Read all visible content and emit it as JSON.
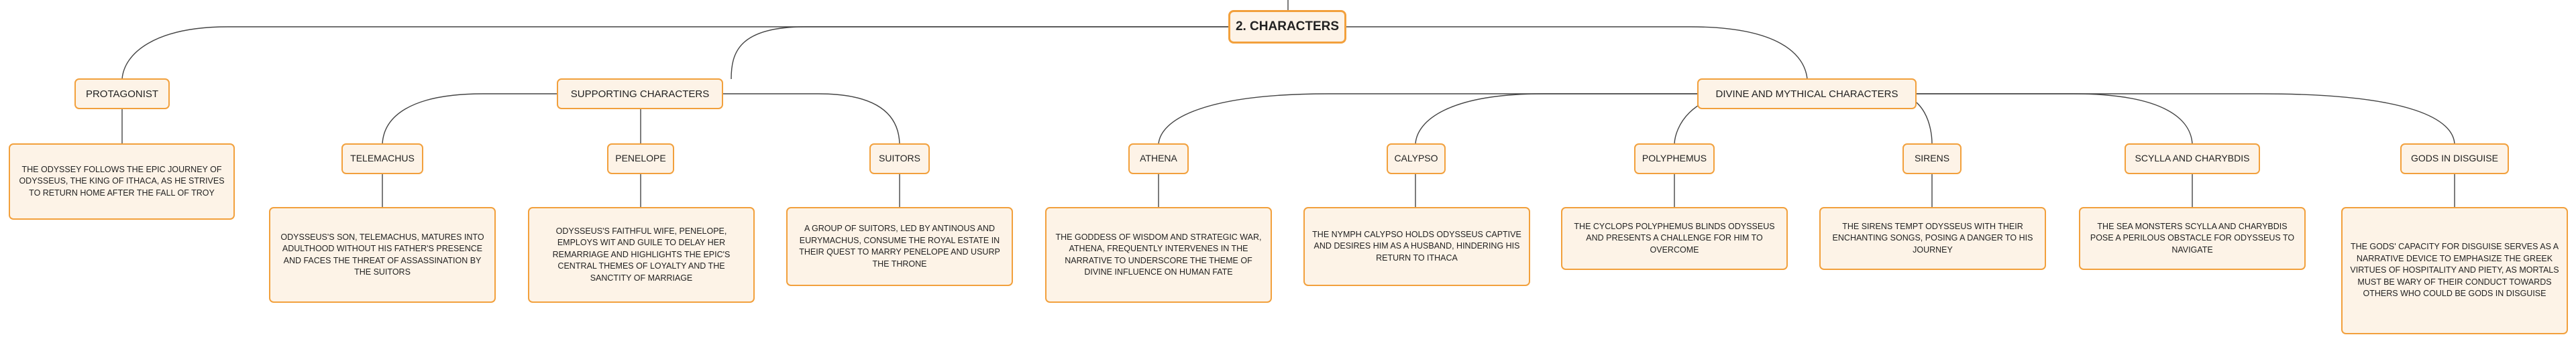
{
  "root": {
    "label": "2. CHARACTERS"
  },
  "categories": [
    {
      "label": "PROTAGONIST"
    },
    {
      "label": "SUPPORTING CHARACTERS"
    },
    {
      "label": "DIVINE AND MYTHICAL CHARACTERS"
    }
  ],
  "characters": [
    {
      "label": "TELEMACHUS"
    },
    {
      "label": "PENELOPE"
    },
    {
      "label": "SUITORS"
    },
    {
      "label": "ATHENA"
    },
    {
      "label": "CALYPSO"
    },
    {
      "label": "POLYPHEMUS"
    },
    {
      "label": "SIRENS"
    },
    {
      "label": "SCYLLA AND CHARYBDIS"
    },
    {
      "label": "GODS IN DISGUISE"
    }
  ],
  "descriptions": {
    "protagonist": "THE ODYSSEY FOLLOWS THE EPIC JOURNEY OF ODYSSEUS, THE KING OF ITHACA, AS HE STRIVES TO RETURN HOME AFTER THE FALL OF TROY",
    "telemachus": "ODYSSEUS'S SON, TELEMACHUS, MATURES INTO ADULTHOOD WITHOUT HIS FATHER'S PRESENCE AND FACES THE THREAT OF ASSASSINATION BY THE SUITORS",
    "penelope": "ODYSSEUS'S FAITHFUL WIFE, PENELOPE, EMPLOYS WIT AND GUILE TO DELAY HER REMARRIAGE AND HIGHLIGHTS THE EPIC'S CENTRAL THEMES OF LOYALTY AND THE SANCTITY OF MARRIAGE",
    "suitors": "A GROUP OF SUITORS, LED BY ANTINOUS AND EURYMACHUS, CONSUME THE ROYAL ESTATE IN THEIR QUEST TO MARRY PENELOPE AND USURP THE THRONE",
    "athena": "THE GODDESS OF WISDOM AND STRATEGIC WAR, ATHENA, FREQUENTLY INTERVENES IN THE NARRATIVE TO UNDERSCORE THE THEME OF DIVINE INFLUENCE ON HUMAN FATE",
    "calypso": "THE NYMPH CALYPSO HOLDS ODYSSEUS CAPTIVE AND DESIRES HIM AS A HUSBAND, HINDERING HIS RETURN TO ITHACA",
    "polyphemus": "THE CYCLOPS POLYPHEMUS BLINDS ODYSSEUS AND PRESENTS A CHALLENGE FOR HIM TO OVERCOME",
    "sirens": "THE SIRENS TEMPT ODYSSEUS WITH THEIR ENCHANTING SONGS, POSING A DANGER TO HIS JOURNEY",
    "scylla_charybdis": "THE SEA MONSTERS SCYLLA AND CHARYBDIS POSE A PERILOUS OBSTACLE FOR ODYSSEUS TO NAVIGATE",
    "gods_disguise": "THE GODS' CAPACITY FOR DISGUISE SERVES AS A NARRATIVE DEVICE TO EMPHASIZE THE GREEK VIRTUES OF HOSPITALITY AND PIETY, AS MORTALS MUST BE WARY OF THEIR CONDUCT TOWARDS OTHERS WHO COULD BE GODS IN DISGUISE"
  },
  "colors": {
    "border": "#f2a03c",
    "fill": "#fdf3e7",
    "connector": "#444444"
  }
}
